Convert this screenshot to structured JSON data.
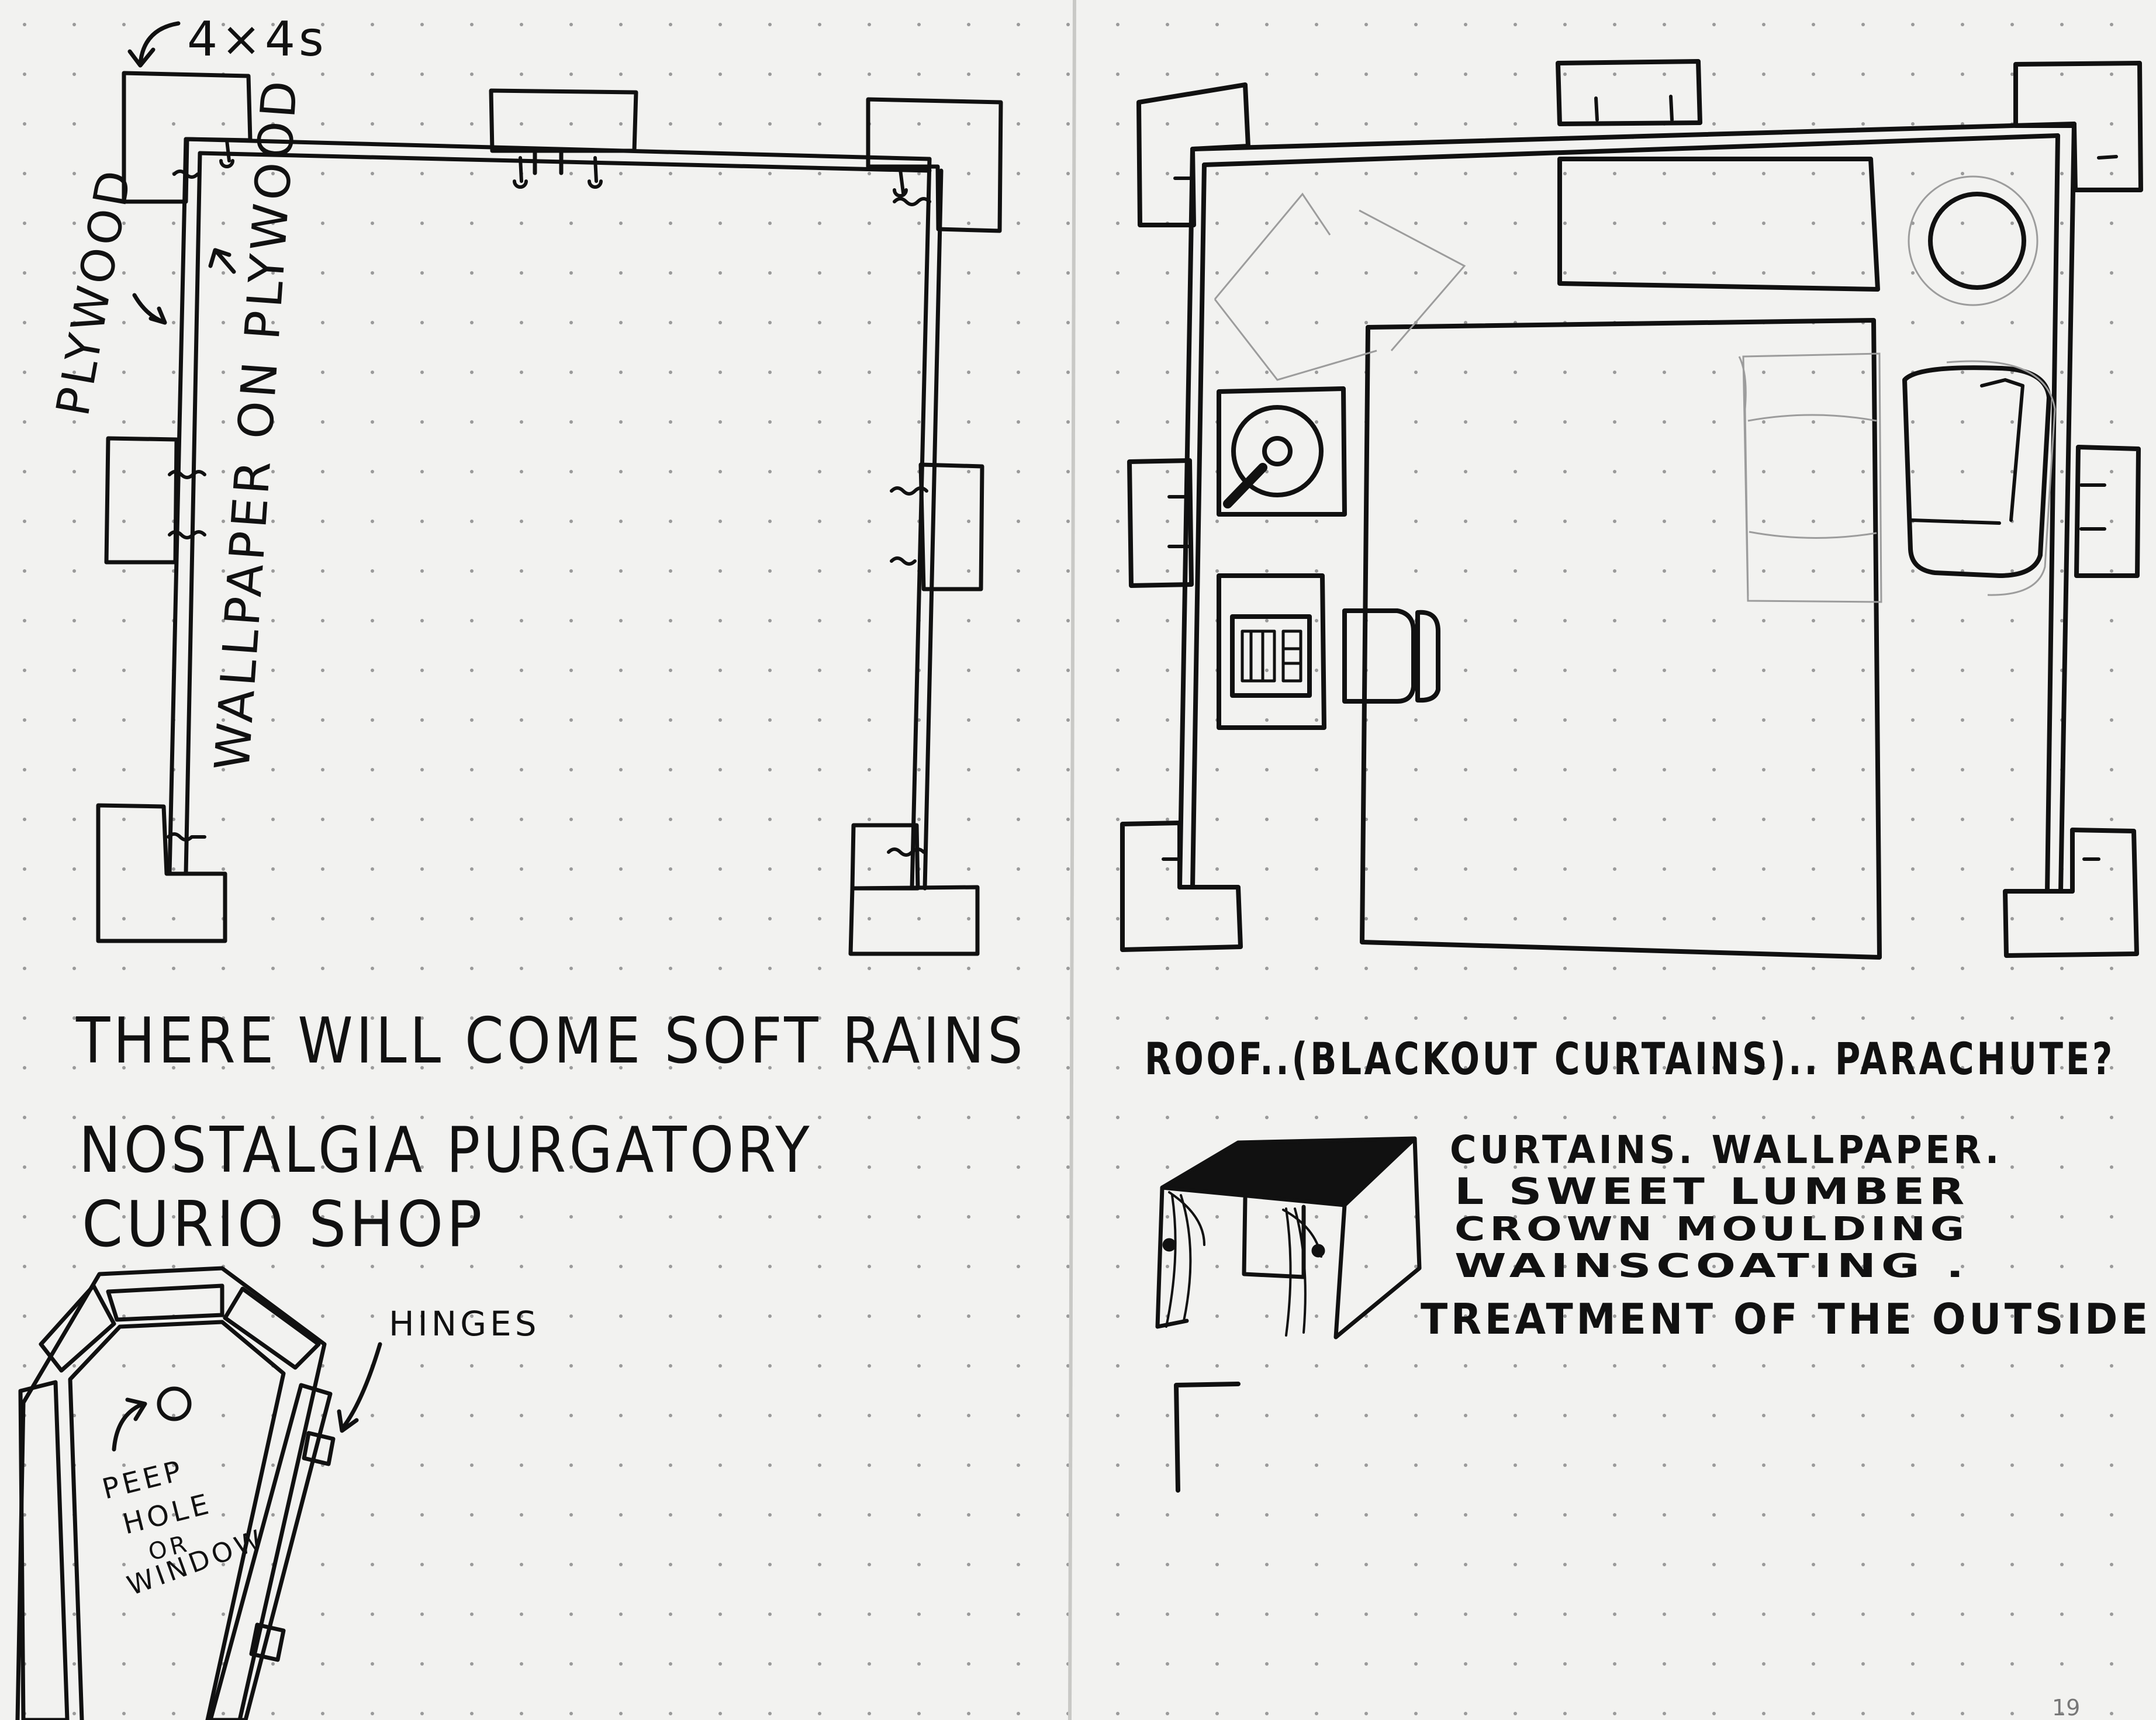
{
  "labels": {
    "lumber_4x4": "4×4s",
    "plywood": "PLYWOOD",
    "wallpaper_on_plywood": "WALLPAPER ON PLYWOOD",
    "title_line": "THERE WILL COME SOFT RAINS",
    "nostalgia": "NOSTALGIA PURGATORY",
    "curio": "CURIO SHOP",
    "hinges": "HINGES",
    "peep_1": "PEEP",
    "peep_2": "HOLE",
    "peep_3": "OR",
    "peep_4": "WINDOW",
    "roof_note": "ROOF..(BLACKOUT CURTAINS).. PARACHUTE?",
    "note_curtains": "CURTAINS. WALLPAPER.",
    "note_lumber": "L SWEET LUMBER",
    "note_crown": "CROWN MOULDING",
    "note_wains": "WAINSCOATING .",
    "note_treatment": "TREATMENT OF THE OUTSIDE",
    "page_number": "19"
  },
  "colors": {
    "paper": "#f2f2f0",
    "ink": "#111111",
    "dot_grid": "#9a9a9a",
    "pencil": "#9c9c9c"
  }
}
